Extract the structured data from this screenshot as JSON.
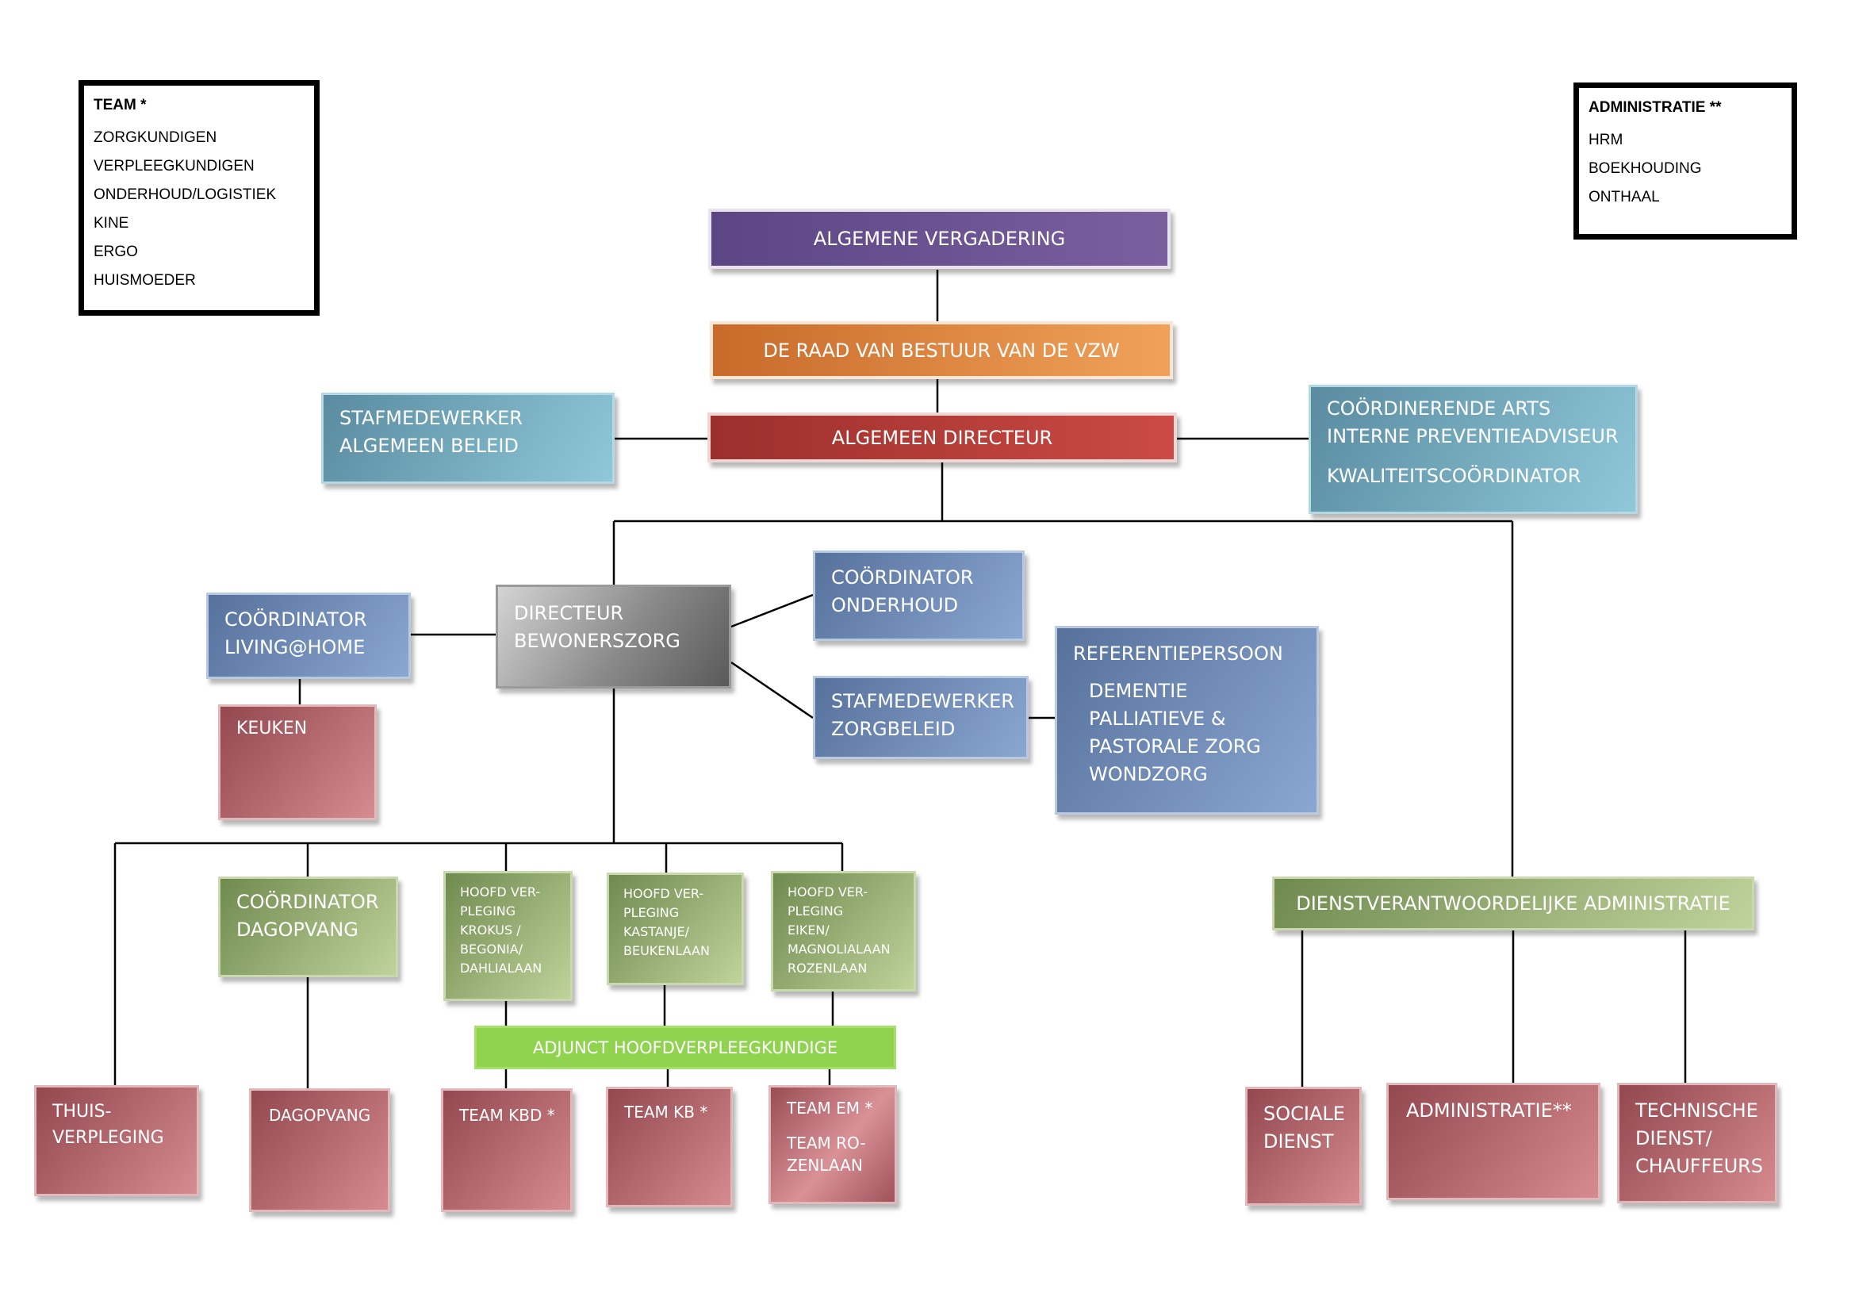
{
  "legends": {
    "team": {
      "title": "TEAM *",
      "items": [
        "ZORGKUNDIGEN",
        "VERPLEEGKUNDIGEN",
        "ONDERHOUD/LOGISTIEK",
        "KINE",
        "ERGO",
        "HUISMOEDER"
      ]
    },
    "administratie": {
      "title": "ADMINISTRATIE **",
      "items": [
        "HRM",
        "BOEKHOUDING",
        "ONTHAAL"
      ]
    }
  },
  "nodes": {
    "algemene_vergadering": "ALGEMENE VERGADERING",
    "raad_van_bestuur": "DE RAAD VAN BESTUUR VAN DE VZW",
    "algemeen_directeur": "ALGEMEEN DIRECTEUR",
    "stafmedewerker_beleid": "STAFMEDEWERKER\nALGEMEEN BELEID",
    "coordinerende_arts": "COÖRDINERENDE ARTS\nINTERNE PREVENTIEADVISEUR",
    "kwaliteitscoordinator": "KWALITEITSCOÖRDINATOR",
    "directeur_bewonerszorg": "DIRECTEUR\nBEWONERSZORG",
    "coordinator_living": "COÖRDINATOR\nLIVING@HOME",
    "keuken": "KEUKEN",
    "coordinator_onderhoud": "COÖRDINATOR\nONDERHOUD",
    "stafmedewerker_zorgbeleid": "STAFMEDEWERKER\nZORGBELEID",
    "referentiepersoon": "REFERENTIEPERSOON",
    "referentiepersoon_items": "DEMENTIE\nPALLIATIEVE &\nPASTORALE ZORG\nWONDZORG",
    "coordinator_dagopvang": "COÖRDINATOR\nDAGOPVANG",
    "hoofd_krokus": "HOOFD VER-\nPLEGING\nKROKUS /\nBEGONIA/\nDAHLIALAAN",
    "hoofd_kastanje": "HOOFD VER-\nPLEGING\nKASTANJE/\nBEUKENLAAN",
    "hoofd_eiken": "HOOFD VER-\nPLEGING\nEIKEN/\nMAGNOLIALAAN\nROZENLAAN",
    "adjunct": "ADJUNCT HOOFDVERPLEEGKUNDIGE",
    "dienstverantwoordelijke": "DIENSTVERANTWOORDELIJKE ADMINISTRATIE",
    "thuisverpleging": "THUIS-\nVERPLEGING",
    "dagopvang": "DAGOPVANG",
    "team_kbd": "TEAM KBD *",
    "team_kb": "TEAM KB *",
    "team_em": "TEAM EM *",
    "team_rozenlaan": "TEAM RO-\nZENLAAN",
    "sociale_dienst": "SOCIALE\nDIENST",
    "administratie_box": "ADMINISTRATIE**",
    "technische_dienst": "TECHNISCHE\nDIENST/\nCHAUFFEURS"
  }
}
